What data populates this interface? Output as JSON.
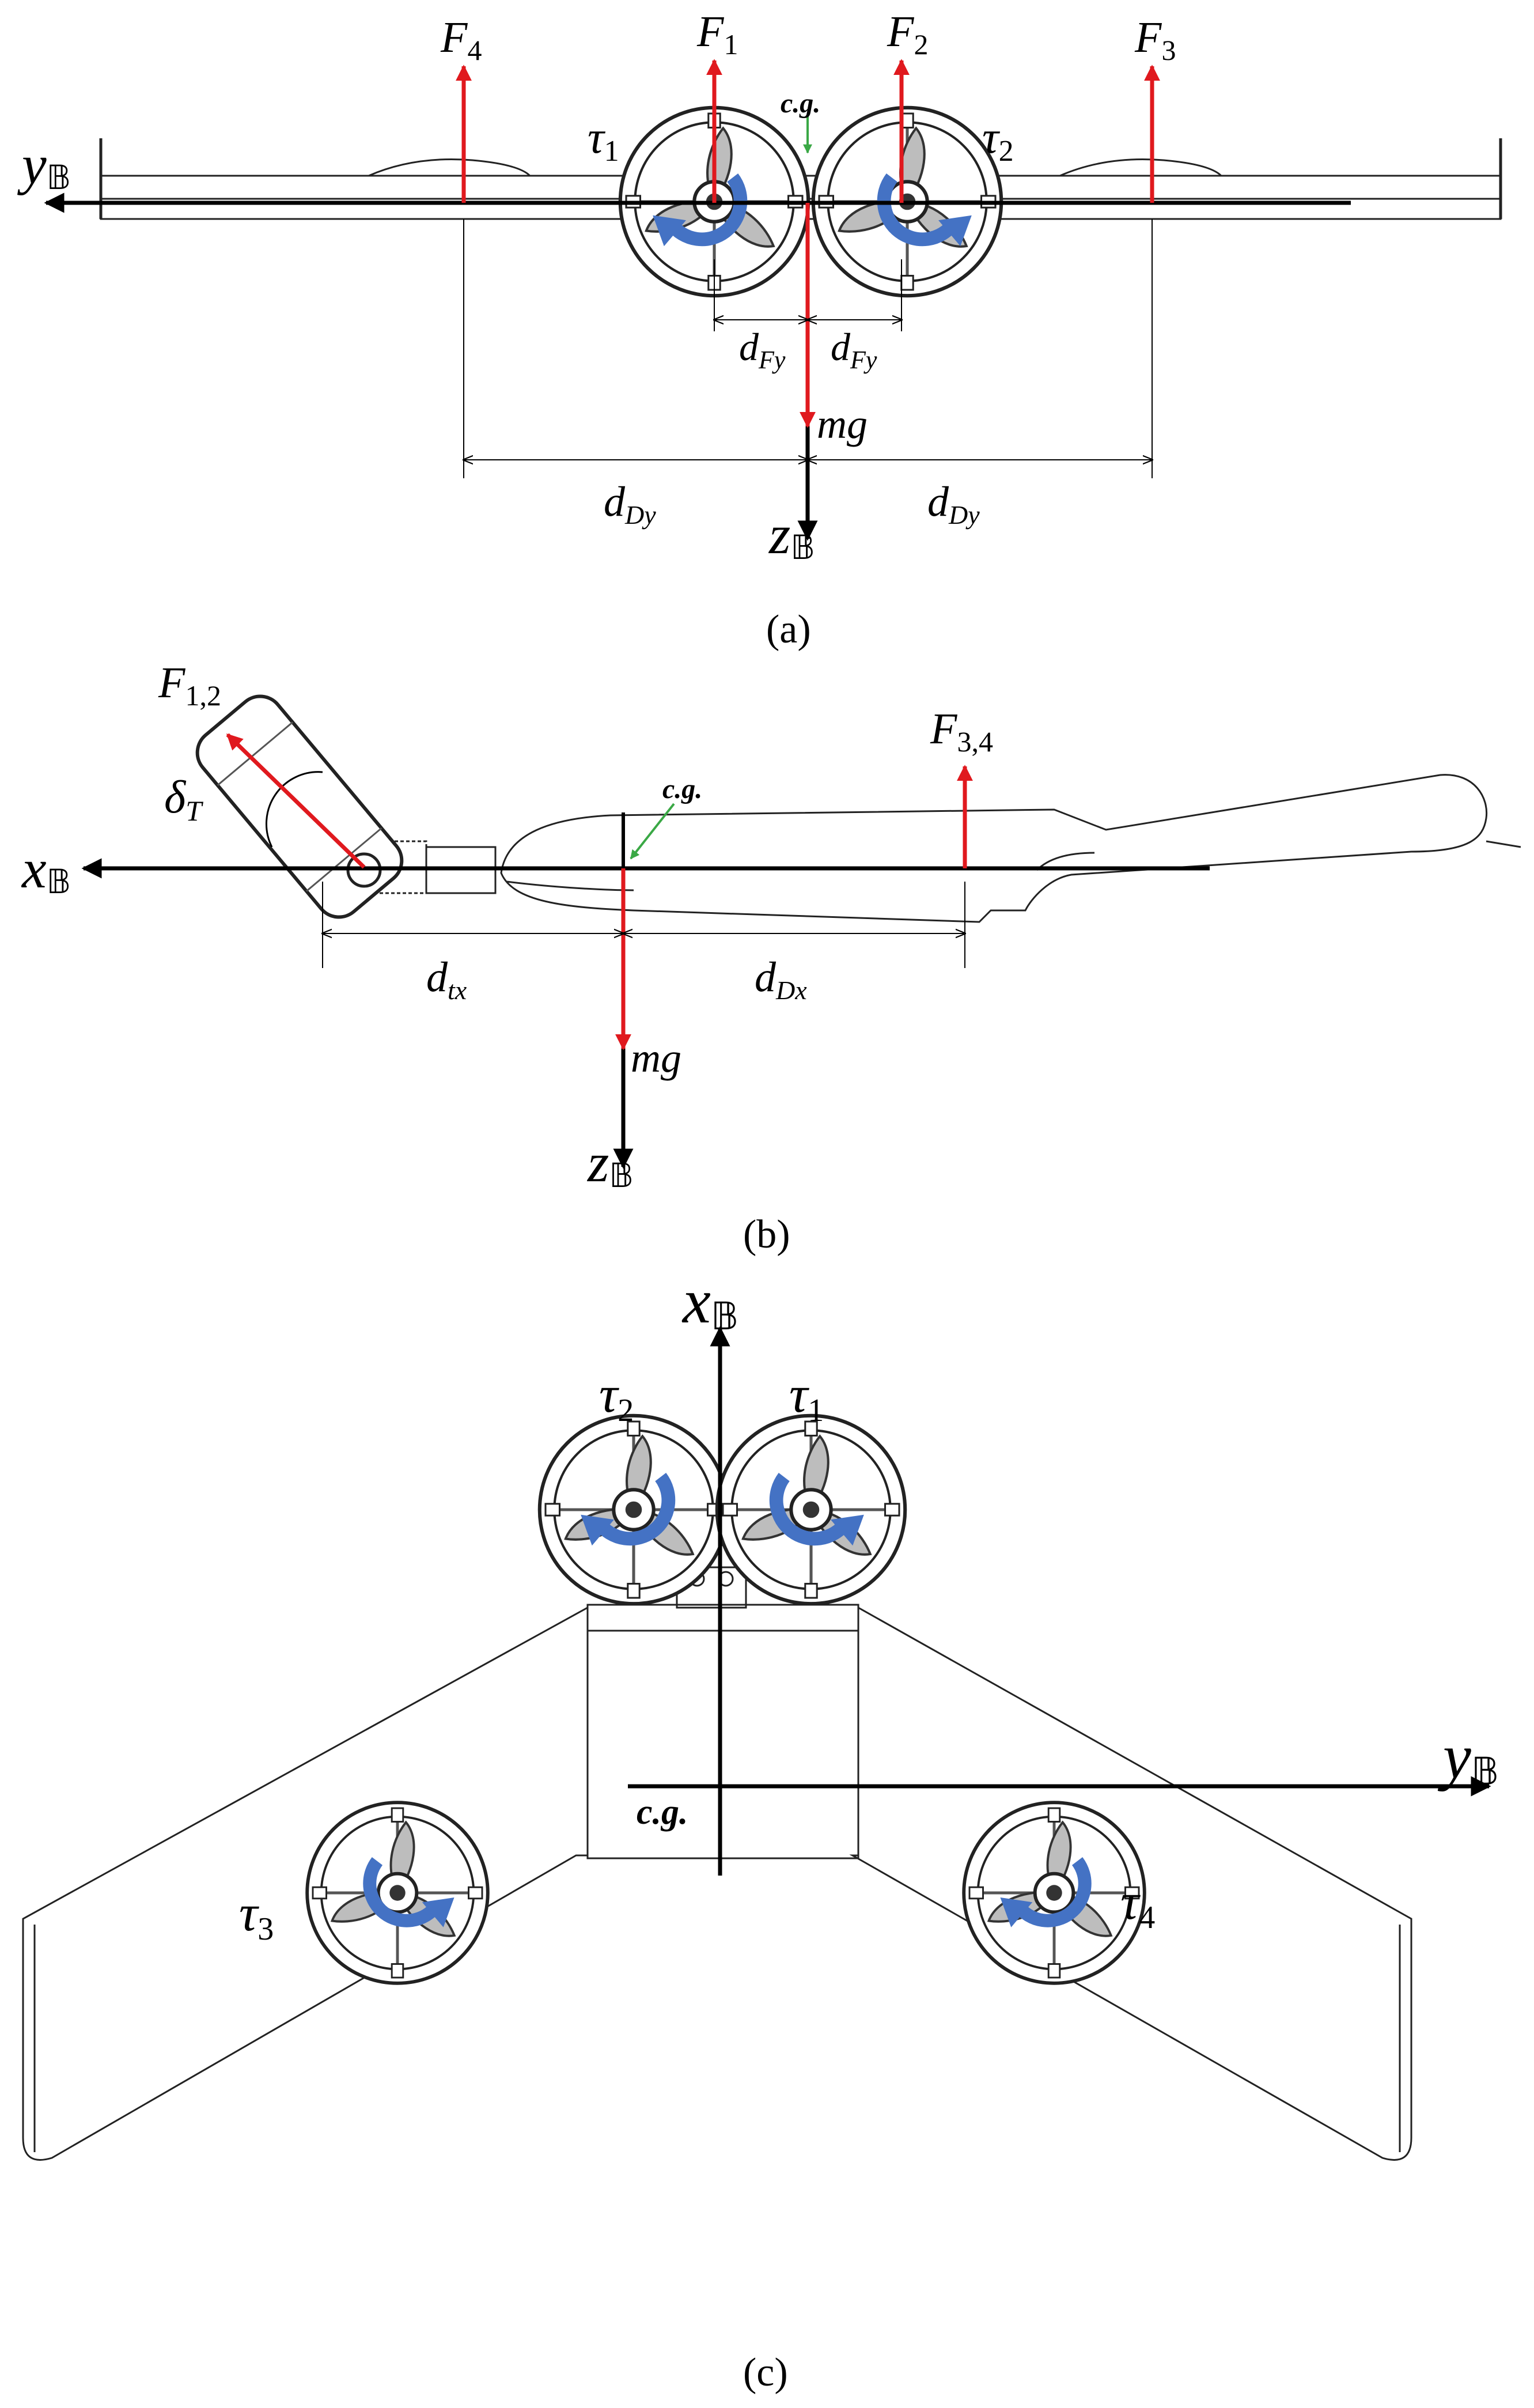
{
  "colors": {
    "force": "#e0191e",
    "torque": "#4472c4",
    "cg_pointer": "#3aa845",
    "axis": "#000000",
    "outline": "#222222"
  },
  "symbols": {
    "blackboard_B": "𝔹"
  },
  "panel_a": {
    "caption": "(a)",
    "axis_y": "y",
    "axis_z": "z",
    "forces": {
      "F4": "F",
      "F4_sub": "4",
      "F1": "F",
      "F1_sub": "1",
      "F2": "F",
      "F2_sub": "2",
      "F3": "F",
      "F3_sub": "3"
    },
    "torques": {
      "t1": "τ",
      "t1_sub": "1",
      "t2": "τ",
      "t2_sub": "2"
    },
    "cg": "c.g.",
    "weight": "mg",
    "dims": {
      "dFy_left": "d",
      "dFy_left_sub": "Fy",
      "dFy_right": "d",
      "dFy_right_sub": "Fy",
      "dDy_left": "d",
      "dDy_left_sub": "Dy",
      "dDy_right": "d",
      "dDy_right_sub": "Dy"
    }
  },
  "panel_b": {
    "caption": "(b)",
    "axis_x": "x",
    "axis_z": "z",
    "forces": {
      "F12": "F",
      "F12_sub": "1,2",
      "F34": "F",
      "F34_sub": "3,4"
    },
    "tilt": "δ",
    "tilt_sub": "T",
    "cg": "c.g.",
    "weight": "mg",
    "dims": {
      "dtx": "d",
      "dtx_sub": "tx",
      "dDx": "d",
      "dDx_sub": "Dx"
    }
  },
  "panel_c": {
    "caption": "(c)",
    "axis_x": "x",
    "axis_y": "y",
    "torques": {
      "t1": "τ",
      "t1_sub": "1",
      "t2": "τ",
      "t2_sub": "2",
      "t3": "τ",
      "t3_sub": "3",
      "t4": "τ",
      "t4_sub": "4"
    },
    "cg": "c.g."
  }
}
